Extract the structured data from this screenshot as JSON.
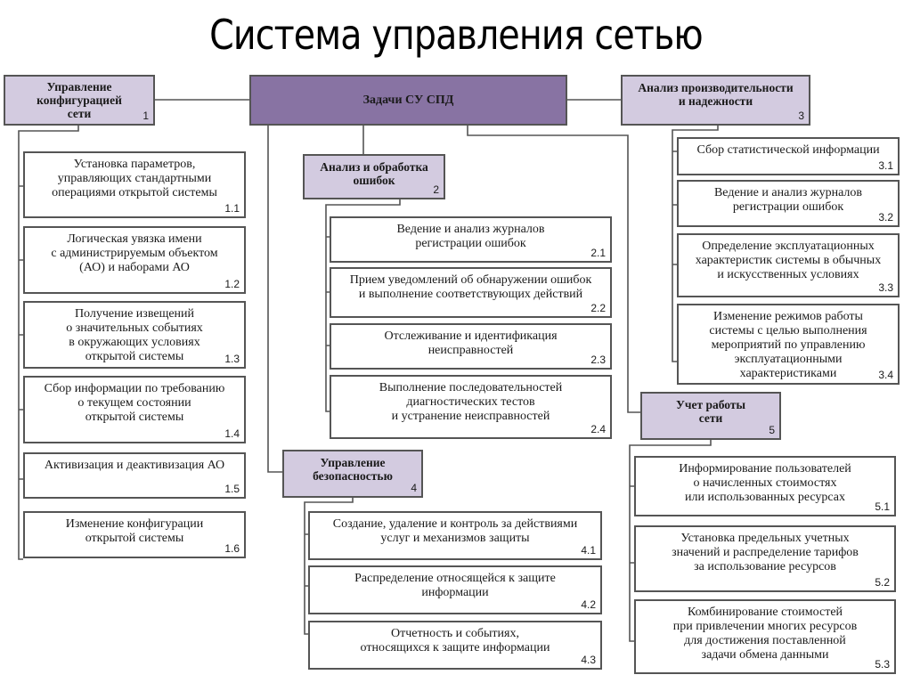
{
  "title": "Система управления сетью",
  "colors": {
    "root_fill": "#8873a3",
    "category_fill": "#d3cbe0",
    "item_fill": "#ffffff",
    "border": "#555555"
  },
  "root": {
    "label": "Задачи СУ СПД"
  },
  "categories": [
    {
      "label": "Управление\nконфигурацией\nсети",
      "number": "1",
      "items": [
        {
          "label": "Установка параметров,\nуправляющих стандартными\nоперациями открытой системы",
          "number": "1.1"
        },
        {
          "label": "Логическая увязка имени\nс администрируемым объектом\n(АО) и наборами АО",
          "number": "1.2"
        },
        {
          "label": "Получение извещений\nо значительных событиях\nв окружающих условиях\nоткрытой системы",
          "number": "1.3"
        },
        {
          "label": "Сбор информации по требованию\nо текущем состоянии\nоткрытой системы",
          "number": "1.4"
        },
        {
          "label": "Активизация и деактивизация АО",
          "number": "1.5"
        },
        {
          "label": "Изменение конфигурации\nоткрытой системы",
          "number": "1.6"
        }
      ]
    },
    {
      "label": "Анализ и обработка\nошибок",
      "number": "2",
      "items": [
        {
          "label": "Ведение и анализ журналов\nрегистрации ошибок",
          "number": "2.1"
        },
        {
          "label": "Прием уведомлений об обнаружении ошибок\nи выполнение соответствующих действий",
          "number": "2.2"
        },
        {
          "label": "Отслеживание и идентификация\nнеисправностей",
          "number": "2.3"
        },
        {
          "label": "Выполнение последовательностей\nдиагностических тестов\nи устранение неисправностей",
          "number": "2.4"
        }
      ]
    },
    {
      "label": "Анализ производительности\nи надежности",
      "number": "3",
      "items": [
        {
          "label": "Сбор статистической информации",
          "number": "3.1"
        },
        {
          "label": "Ведение и анализ журналов\nрегистрации ошибок",
          "number": "3.2"
        },
        {
          "label": "Определение эксплуатационных\nхарактеристик системы в обычных\nи искусственных условиях",
          "number": "3.3"
        },
        {
          "label": "Изменение режимов работы\nсистемы с целью выполнения\nмероприятий по управлению\nэксплуатационными\nхарактеристиками",
          "number": "3.4"
        }
      ]
    },
    {
      "label": "Управление\nбезопасностью",
      "number": "4",
      "items": [
        {
          "label": "Создание, удаление и контроль за действиями\nуслуг и механизмов защиты",
          "number": "4.1"
        },
        {
          "label": "Распределение относящейся к защите\nинформации",
          "number": "4.2"
        },
        {
          "label": "Отчетность и событиях,\nотносящихся к защите информации",
          "number": "4.3"
        }
      ]
    },
    {
      "label": "Учет работы\nсети",
      "number": "5",
      "items": [
        {
          "label": "Информирование пользователей\nо начисленных стоимостях\nили использованных ресурсах",
          "number": "5.1"
        },
        {
          "label": "Установка предельных учетных\nзначений и распределение тарифов\nза использование ресурсов",
          "number": "5.2"
        },
        {
          "label": "Комбинирование стоимостей\nпри привлечении многих ресурсов\nдля достижения поставленной\nзадачи обмена данными",
          "number": "5.3"
        }
      ]
    }
  ]
}
